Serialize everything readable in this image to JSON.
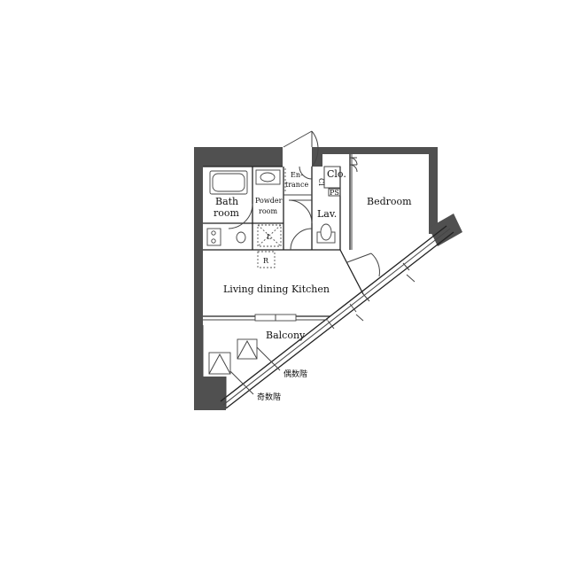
{
  "rooms": {
    "bath": "Bath",
    "bath2": "room",
    "powder": "Powder",
    "powder2": "room",
    "entrance": "En-",
    "entrance2": "trance",
    "closet": "Clo.",
    "ps": "PS",
    "lav": "Lav.",
    "bedroom": "Bedroom",
    "ldk": "Living dining Kitchen",
    "balcony": "Balcony"
  },
  "fixtures": {
    "laundry_mark": "L",
    "fridge_mark": "R",
    "closet_side": "Cl"
  },
  "notes": {
    "even_floor": "偶数階",
    "odd_floor": "奇数階"
  }
}
